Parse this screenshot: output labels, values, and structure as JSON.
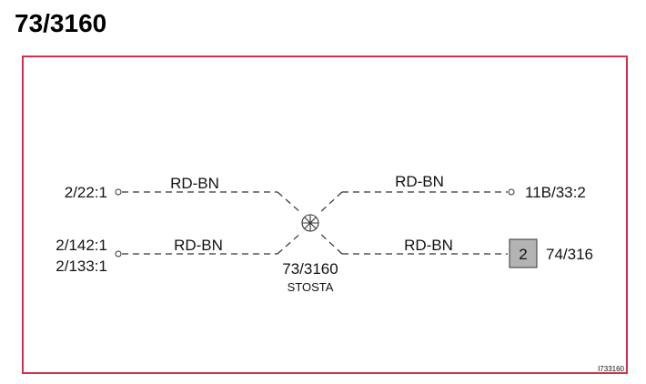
{
  "page_title": "73/3160",
  "diagram": {
    "splice": {
      "id": "73/3160",
      "name": "STOSTA"
    },
    "left_top_terminal": "2/22:1",
    "left_bottom_terminals": [
      "2/142:1",
      "2/133:1"
    ],
    "right_top_terminal": "11B/33:2",
    "right_bottom_connector": {
      "pin": "2",
      "id": "74/316"
    },
    "wires": {
      "left_top": "RD-BN",
      "left_bottom": "RD-BN",
      "right_top": "RD-BN",
      "right_bottom": "RD-BN"
    },
    "reference": "I733160"
  },
  "colors": {
    "frame": "#d0324a",
    "line": "#333333",
    "connector_fill": "#b3b3b3"
  }
}
